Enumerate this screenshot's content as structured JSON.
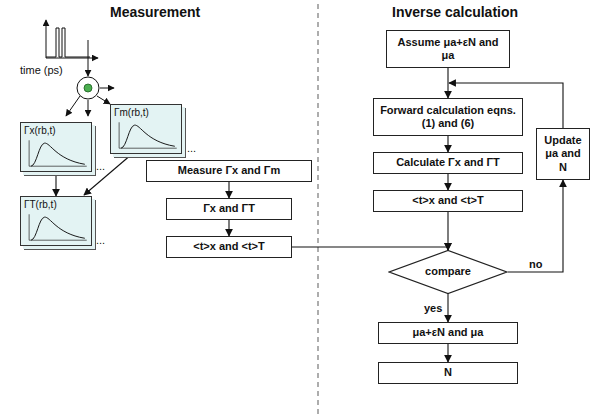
{
  "diagram": {
    "nodes": [
      {
        "text": [
          "Γx(rb,t)"
        ]
      },
      {
        "text": [
          "Γm(rb,t)"
        ]
      },
      {
        "text": [
          "ΓT(rb,t)"
        ]
      },
      {
        "text": [
          "Measure Γx and Γm"
        ]
      },
      {
        "text": [
          "Γx and ΓT"
        ]
      },
      {
        "text": [
          "<t>x and <t>T"
        ]
      },
      {
        "text": [
          "Assume μa+εN and μa"
        ]
      },
      {
        "text": [
          "Forward calculation eqns. (1) and (6)"
        ]
      },
      {
        "text": [
          "Calculate Γx and ΓT"
        ]
      },
      {
        "text": [
          "<t>x and <t>T"
        ]
      },
      {
        "text": [
          "compare"
        ]
      },
      {
        "text": [
          "Update μa and N"
        ]
      },
      {
        "text": [
          "μa+εN and μa"
        ]
      },
      {
        "text": [
          "N"
        ]
      }
    ],
    "edges": [
      {
        "from": 0,
        "to": 2,
        "arrow": "to"
      },
      {
        "from": 1,
        "to": 2,
        "arrow": "to"
      },
      {
        "from": 3,
        "to": 4,
        "arrow": "to"
      },
      {
        "from": 4,
        "to": 5,
        "arrow": "to"
      },
      {
        "from": 5,
        "to": 10,
        "arrow": "to"
      },
      {
        "from": 6,
        "to": 7,
        "arrow": "to"
      },
      {
        "from": 7,
        "to": 8,
        "arrow": "to"
      },
      {
        "from": 8,
        "to": 9,
        "arrow": "to"
      },
      {
        "from": 9,
        "to": 10,
        "arrow": "to"
      },
      {
        "from": 10,
        "to": 11,
        "label": "no",
        "arrow": "to"
      },
      {
        "from": 11,
        "to": 7,
        "arrow": "to"
      },
      {
        "from": 10,
        "to": 12,
        "label": "yes",
        "arrow": "to"
      },
      {
        "from": 12,
        "to": 13,
        "arrow": "to"
      }
    ],
    "labels": [
      "Measurement",
      "Inverse calculation",
      "time (ps)",
      "...",
      "...",
      "..."
    ]
  }
}
